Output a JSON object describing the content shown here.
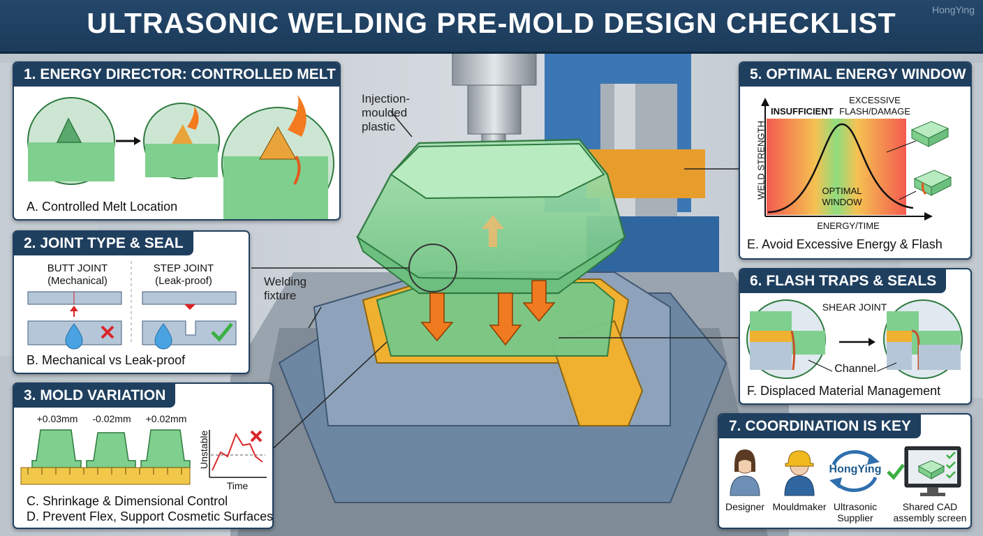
{
  "header": {
    "title": "ULTRASONIC WELDING PRE-MOLD DESIGN CHECKLIST",
    "brand": "HongYing"
  },
  "callouts": {
    "plastic": [
      "Injection-",
      "moulded",
      "plastic"
    ],
    "fixture": [
      "Welding",
      "fixture"
    ]
  },
  "panel1": {
    "title": "1. ENERGY DIRECTOR: CONTROLLED MELT",
    "caption": "A. Controlled Melt Location"
  },
  "panel2": {
    "title": "2. JOINT TYPE & SEAL",
    "butt_label": "BUTT JOINT",
    "butt_sub": "(Mechanical)",
    "step_label": "STEP JOINT",
    "step_sub": "(Leak-proof)",
    "caption": "B. Mechanical vs Leak-proof"
  },
  "panel3": {
    "title": "3. MOLD VARIATION",
    "tolerances": [
      "+0.03mm",
      "-0.02mm",
      "+0.02mm"
    ],
    "chart_ylabel": "Unstable",
    "chart_xlabel": "Time",
    "caption_c": "C. Shrinkage & Dimensional Control",
    "caption_d": "D. Prevent Flex, Support Cosmetic Surfaces"
  },
  "panel5": {
    "title": "5. OPTIMAL ENERGY WINDOW",
    "ylabel": "WELD STRENGTH",
    "xlabel": "ENERGY/TIME",
    "zone_insufficient": "INSUFFICIENT",
    "zone_excessive": [
      "EXCESSIVE",
      "FLASH/DAMAGE"
    ],
    "zone_optimal": [
      "OPTIMAL",
      "WINDOW"
    ],
    "caption": "E. Avoid Excessive Energy & Flash"
  },
  "panel6": {
    "title": "6. FLASH TRAPS & SEALS",
    "shear_label": "SHEAR JOINT",
    "channel_label": "Channel",
    "caption": "F. Displaced Material Management"
  },
  "panel7": {
    "title": "7. COORDINATION IS KEY",
    "roles": [
      "Designer",
      "Mouldmaker"
    ],
    "supplier_logo": "HongYing",
    "supplier": [
      "Ultrasonic",
      "Supplier"
    ],
    "cad": [
      "Shared CAD",
      "assembly screen"
    ]
  },
  "colors": {
    "navy": "#1f3f5f",
    "part_green": "#7fcf8e",
    "fixture_gold": "#f0b030",
    "arrow_orange": "#f07a20",
    "check_green": "#3cb043",
    "cross_red": "#d9262a"
  }
}
